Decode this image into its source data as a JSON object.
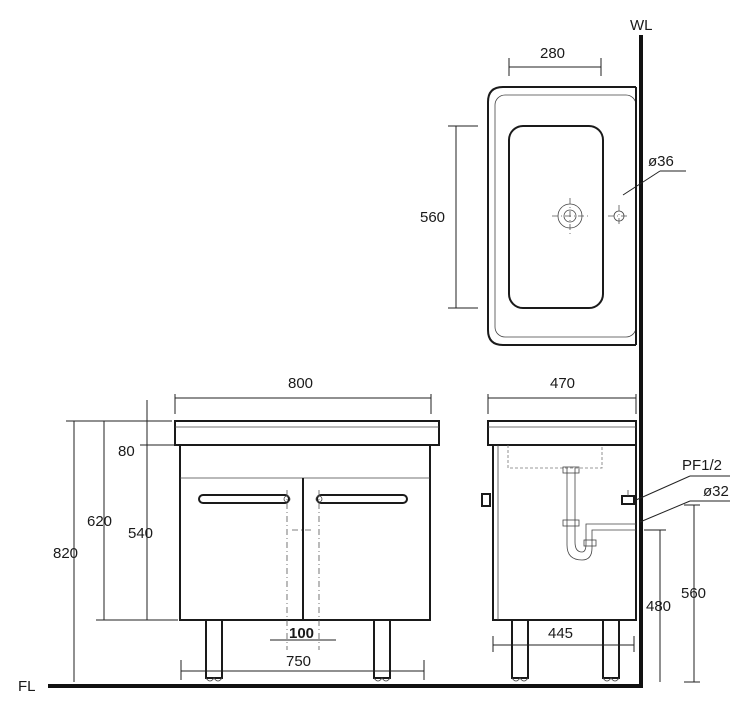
{
  "labels": {
    "wall": "WL",
    "floor": "FL",
    "pipe_thread": "PF1/2",
    "dia_36": "ø36",
    "dia_32": "ø32"
  },
  "dimensions": {
    "top_width": "280",
    "top_depth": "560",
    "front_width": "800",
    "side_depth": "470",
    "counter_thickness": "80",
    "cabinet_height": "620",
    "door_height": "540",
    "total_height": "820",
    "handle_gap": "100",
    "leg_spacing_front": "750",
    "leg_spacing_side": "445",
    "drain_height": "480",
    "supply_height": "560"
  }
}
